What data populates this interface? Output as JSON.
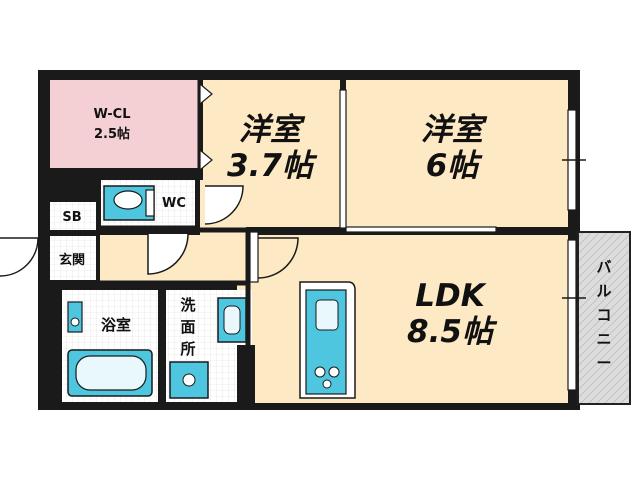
{
  "rooms": {
    "wcl": {
      "name": "W-CL",
      "size": "2.5帖"
    },
    "western1": {
      "name": "洋室",
      "size": "3.7帖"
    },
    "western2": {
      "name": "洋室",
      "size": "6帖"
    },
    "wc": {
      "name": "WC"
    },
    "sb": {
      "name": "SB"
    },
    "genkan": {
      "name": "玄関"
    },
    "bath": {
      "name": "浴室"
    },
    "senmenjo": {
      "line1": "洗",
      "line2": "面",
      "line3": "所"
    },
    "ldk": {
      "name": "LDK",
      "size": "8.5帖"
    },
    "balcony": {
      "line1": "バ",
      "line2": "ル",
      "line3": "コ",
      "line4": "ニ",
      "line5": "ー"
    }
  },
  "colors": {
    "wall": "#1a1a1a",
    "floor_wood": "#fde9c4",
    "closet_pink": "#f4cfd3",
    "fixture_cyan": "#4fc6df",
    "balcony_gray": "#d6d6d6",
    "tile_bg": "#ffffff"
  }
}
